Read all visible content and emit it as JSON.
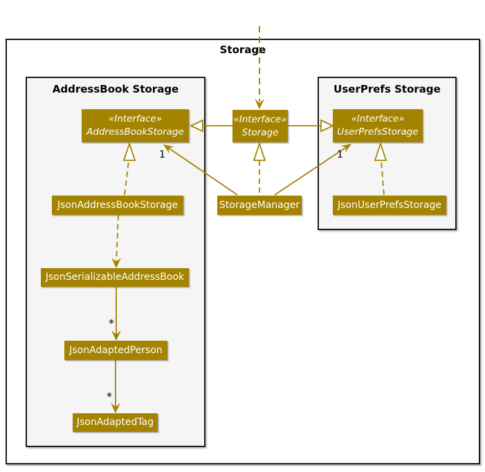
{
  "diagram": {
    "frame_title": "Storage",
    "packages": {
      "addressbook": {
        "title": "AddressBook Storage"
      },
      "userprefs": {
        "title": "UserPrefs Storage"
      }
    },
    "nodes": {
      "addressbook_storage_iface": {
        "stereotype": "«Interface»",
        "name": "AddressBookStorage"
      },
      "storage_iface": {
        "stereotype": "«Interface»",
        "name": "Storage"
      },
      "userprefs_storage_iface": {
        "stereotype": "«Interface»",
        "name": "UserPrefsStorage"
      },
      "json_addressbook_storage": {
        "name": "JsonAddressBookStorage"
      },
      "storage_manager": {
        "name": "StorageManager"
      },
      "json_userprefs_storage": {
        "name": "JsonUserPrefsStorage"
      },
      "json_serializable_addressbook": {
        "name": "JsonSerializableAddressBook"
      },
      "json_adapted_person": {
        "name": "JsonAdaptedPerson"
      },
      "json_adapted_tag": {
        "name": "JsonAdaptedTag"
      }
    },
    "multiplicities": {
      "storagemanager_to_addressbookstorage": "1",
      "storagemanager_to_userprefsstorage": "1",
      "serializable_to_person": "*",
      "person_to_tag": "*"
    },
    "edges": [
      {
        "from": "external",
        "to": "storage_iface",
        "type": "dashed-dependency-arrow"
      },
      {
        "from": "storage_iface",
        "to": "addressbook_storage_iface",
        "type": "generalization"
      },
      {
        "from": "storage_iface",
        "to": "userprefs_storage_iface",
        "type": "generalization"
      },
      {
        "from": "storage_manager",
        "to": "storage_iface",
        "type": "realization-dashed"
      },
      {
        "from": "storage_manager",
        "to": "addressbook_storage_iface",
        "type": "association",
        "multiplicity": "1"
      },
      {
        "from": "storage_manager",
        "to": "userprefs_storage_iface",
        "type": "association",
        "multiplicity": "1"
      },
      {
        "from": "json_addressbook_storage",
        "to": "addressbook_storage_iface",
        "type": "realization-dashed"
      },
      {
        "from": "json_userprefs_storage",
        "to": "userprefs_storage_iface",
        "type": "realization-dashed"
      },
      {
        "from": "json_addressbook_storage",
        "to": "json_serializable_addressbook",
        "type": "dashed-dependency-arrow"
      },
      {
        "from": "json_serializable_addressbook",
        "to": "json_adapted_person",
        "type": "association",
        "multiplicity": "*"
      },
      {
        "from": "json_adapted_person",
        "to": "json_adapted_tag",
        "type": "association",
        "multiplicity": "*"
      }
    ],
    "colors": {
      "node_fill": "#a38300",
      "edge": "#a38300",
      "node_text": "#ffffff",
      "package_fill": "#f5f5f5",
      "border": "#1b1b1b",
      "label_text": "#000000"
    }
  }
}
